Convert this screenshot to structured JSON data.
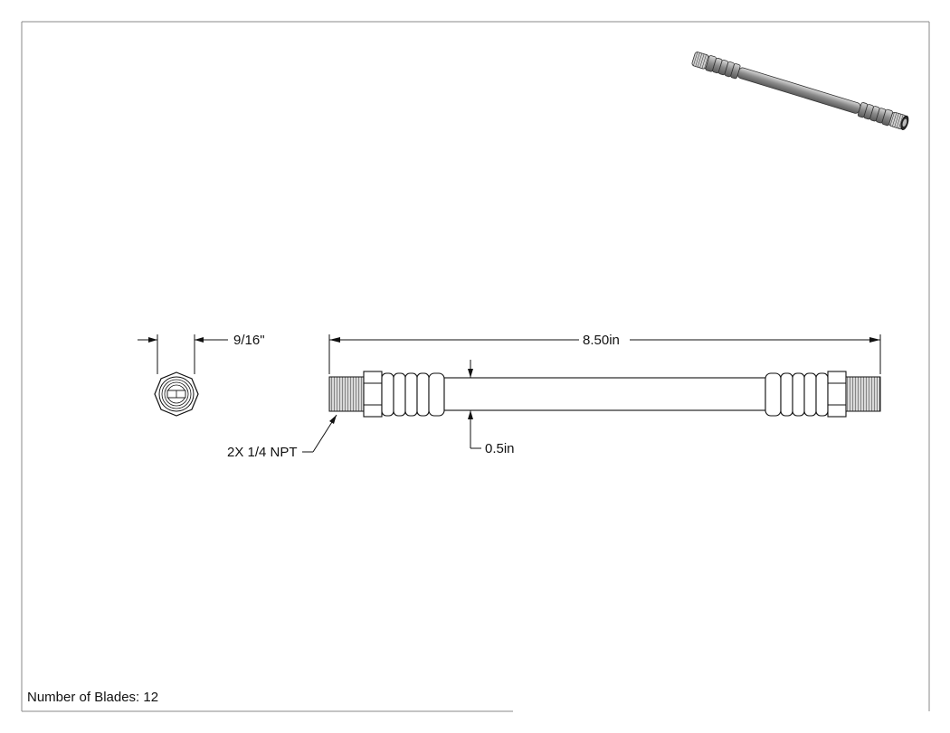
{
  "drawing": {
    "dimensions": {
      "hex_across_flats": "9/16\"",
      "overall_length": "8.50in",
      "tube_diameter": "0.5in",
      "thread_callout": "2X 1/4 NPT"
    },
    "notes": {
      "blade_count": "Number of Blades: 12"
    },
    "colors": {
      "line": "#111111",
      "border": "#888888",
      "tube_fill": "#ffffff",
      "thread_fill": "#cfcfcf",
      "iso_tube": "#9a9a9a"
    }
  }
}
